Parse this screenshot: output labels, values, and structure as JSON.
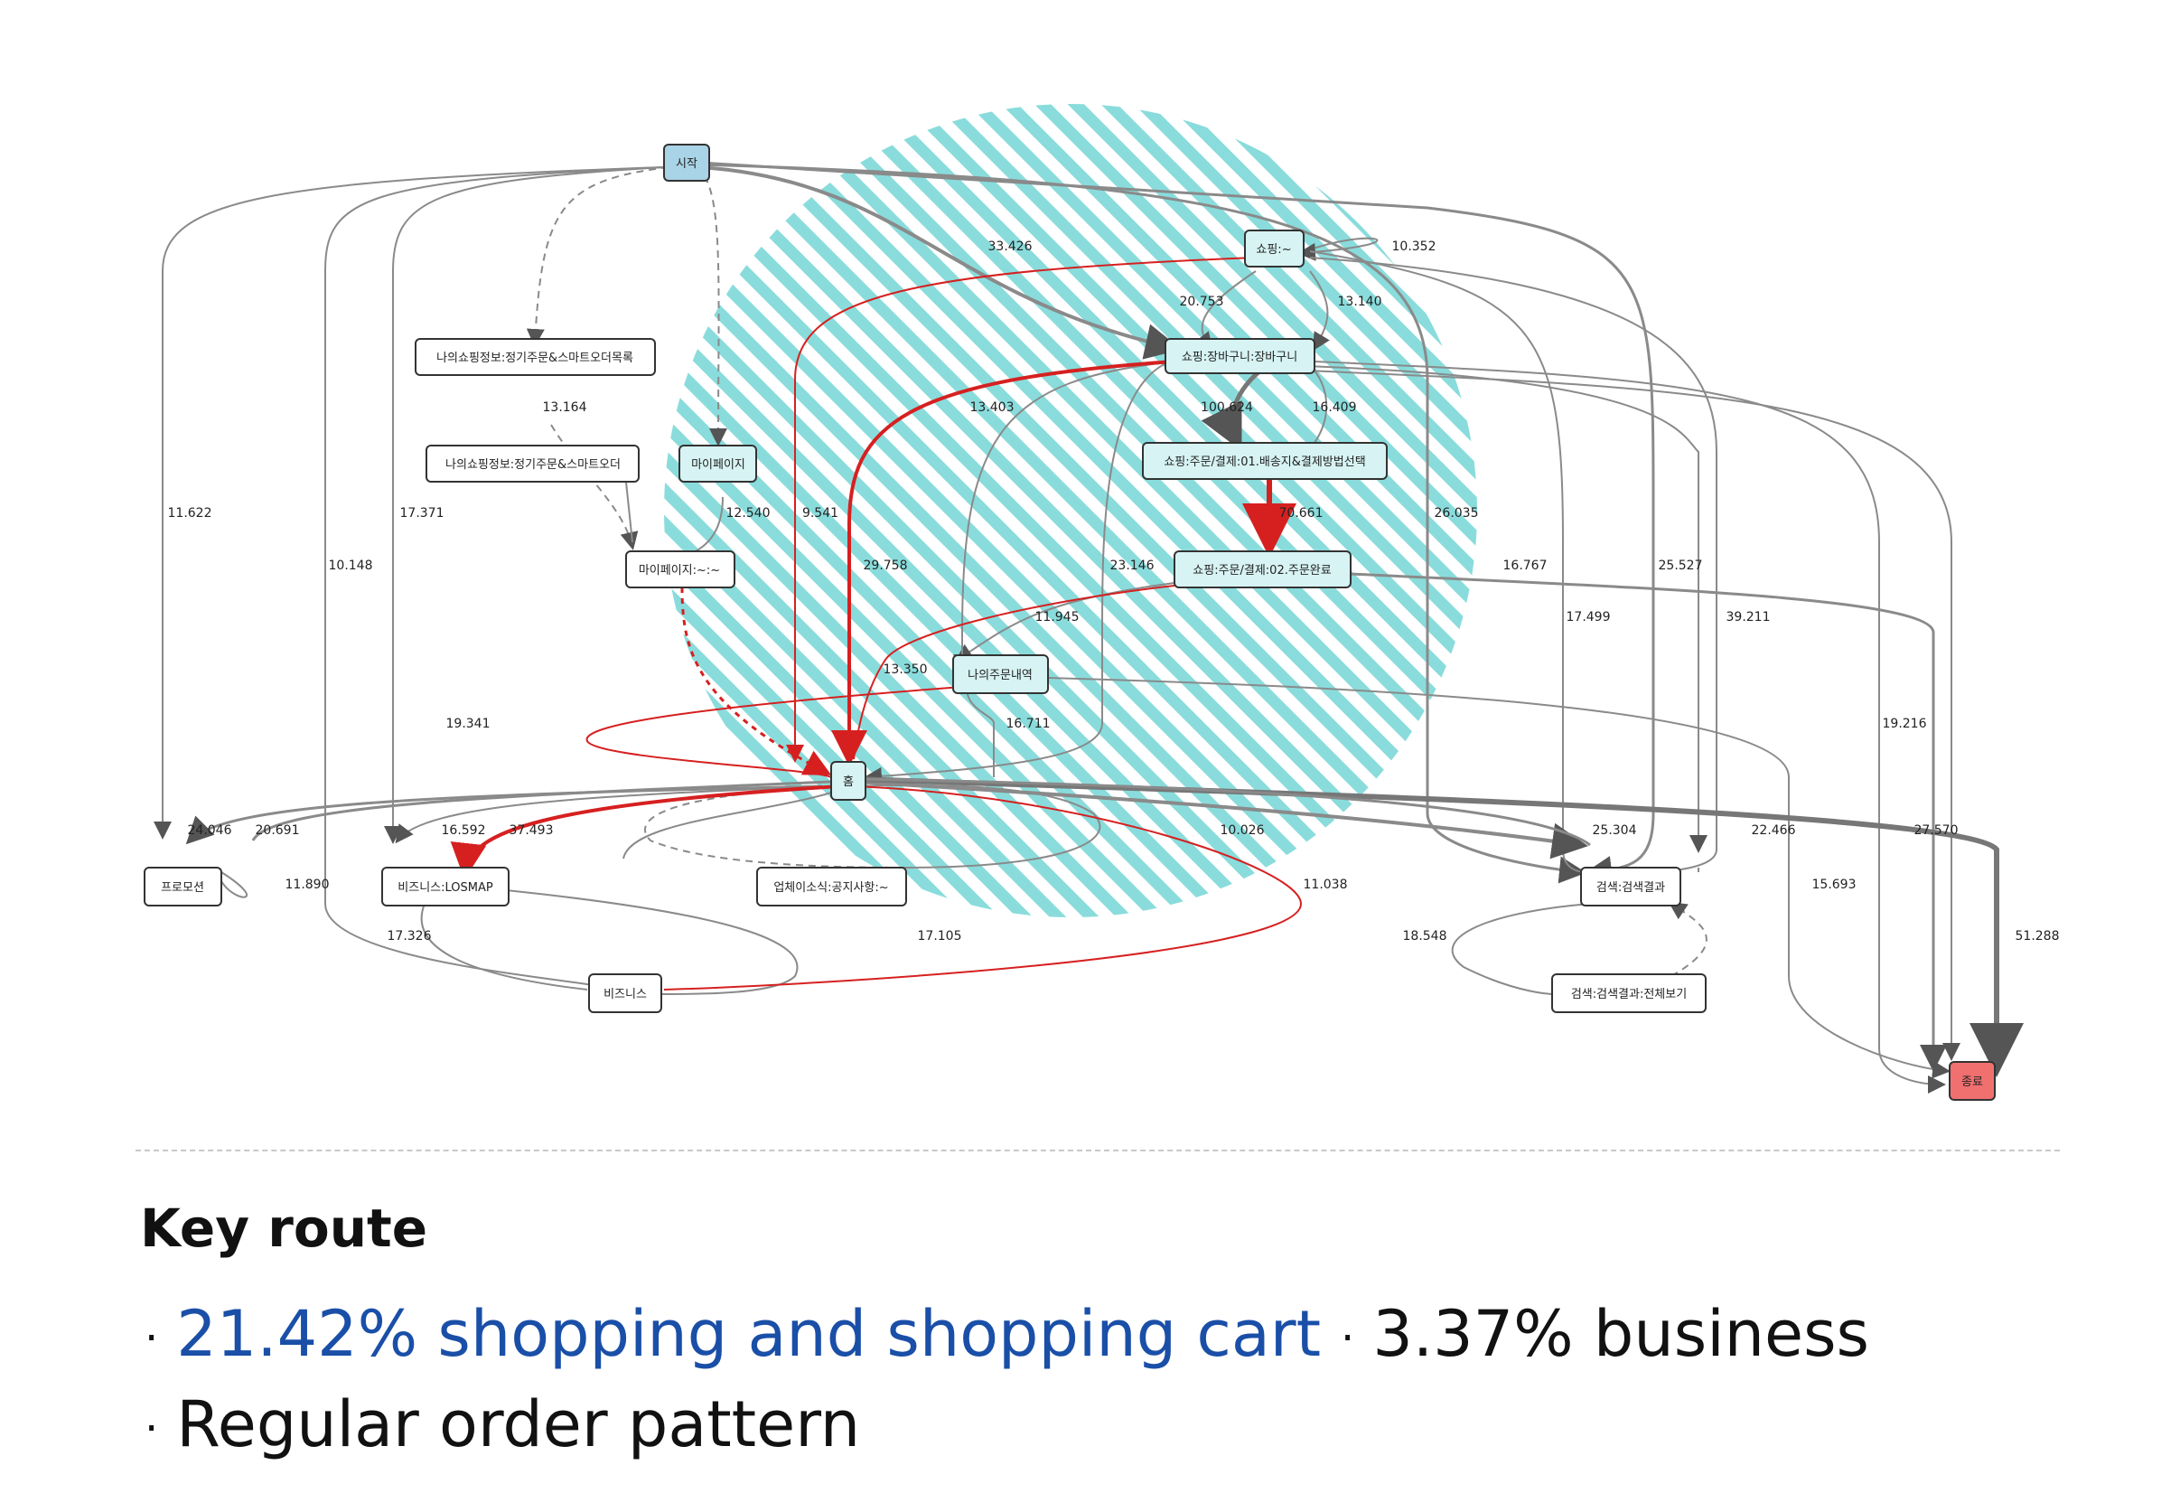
{
  "diagram": {
    "nodes": [
      {
        "id": "start",
        "label": "시작",
        "kind": "start"
      },
      {
        "id": "shop",
        "label": "쇼핑:~"
      },
      {
        "id": "cart",
        "label": "쇼핑:장바구니:장바구니"
      },
      {
        "id": "reg1",
        "label": "나의쇼핑정보:정기주문&스마트오더목록"
      },
      {
        "id": "reg2",
        "label": "나의쇼핑정보:정기주문&스마트오더"
      },
      {
        "id": "mypage",
        "label": "마이페이지"
      },
      {
        "id": "mypage2",
        "label": "마이페이지:~:~"
      },
      {
        "id": "order1",
        "label": "쇼핑:주문/결제:01.배송지&결제방법선택"
      },
      {
        "id": "order2",
        "label": "쇼핑:주문/결제:02.주문완료"
      },
      {
        "id": "myorder",
        "label": "나의주문내역"
      },
      {
        "id": "home",
        "label": "홈"
      },
      {
        "id": "promo",
        "label": "프로모션"
      },
      {
        "id": "bizmap",
        "label": "비즈니스:LOSMAP"
      },
      {
        "id": "notice",
        "label": "업체이소식:공지사항:~"
      },
      {
        "id": "search",
        "label": "검색:검색결과"
      },
      {
        "id": "biz",
        "label": "비즈니스"
      },
      {
        "id": "searchall",
        "label": "검색:검색결과:전체보기"
      },
      {
        "id": "end",
        "label": "종료",
        "kind": "end"
      }
    ],
    "edge_labels": [
      "33.426",
      "10.352",
      "20.753",
      "13.140",
      "13.164",
      "100.624",
      "16.409",
      "13.403",
      "11.622",
      "17.371",
      "12.540",
      "9.541",
      "70.661",
      "26.035",
      "10.148",
      "29.758",
      "23.146",
      "16.767",
      "25.527",
      "11.945",
      "17.499",
      "39.211",
      "13.350",
      "19.341",
      "16.711",
      "19.216",
      "24.046",
      "20.691",
      "16.592",
      "37.493",
      "10.026",
      "25.304",
      "22.466",
      "27.570",
      "11.890",
      "11.038",
      "15.693",
      "17.326",
      "17.105",
      "18.548",
      "51.288"
    ]
  },
  "text": {
    "heading": "Key route",
    "bullet": "·",
    "item1": "21.42% shopping and shopping cart",
    "item2": "3.37% business",
    "item3": "Regular order pattern"
  },
  "colors": {
    "accent_blue": "#1a4fa8",
    "highlight_hatch": "#5fd0d0",
    "start_node": "#a9d3e6",
    "end_node": "#f07070",
    "key_edge": "#d62020"
  }
}
